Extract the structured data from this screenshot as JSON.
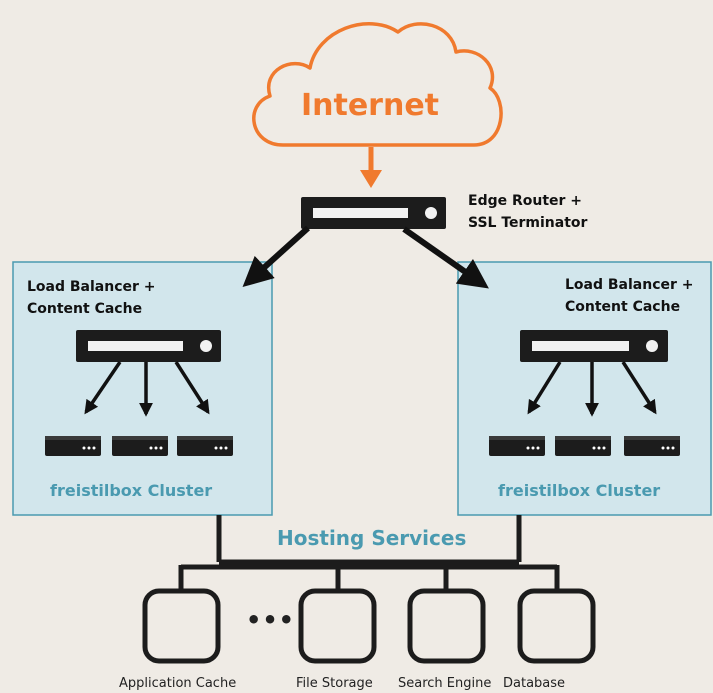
{
  "diagram": {
    "internet": {
      "label": "Internet"
    },
    "edge_router": {
      "line1": "Edge Router +",
      "line2": "SSL Terminator"
    },
    "clusters": [
      {
        "lb_line1": "Load Balancer +",
        "lb_line2": "Content Cache",
        "name": "freistilbox Cluster"
      },
      {
        "lb_line1": "Load Balancer +",
        "lb_line2": "Content Cache",
        "name": "freistilbox Cluster"
      }
    ],
    "hosting": {
      "label": "Hosting Services"
    },
    "ellipsis": "•••",
    "services": [
      {
        "label": "Application Cache"
      },
      {
        "label": "File Storage"
      },
      {
        "label": "Search Engine"
      },
      {
        "label": "Database"
      }
    ]
  },
  "colors": {
    "background": "#efebe5",
    "cloud_accent": "#f07a2e",
    "cluster_fill": "#d2e6ec",
    "cluster_border": "#4a9ab0",
    "label_blue": "#4a9ab0",
    "device": "#1c1c1c"
  }
}
